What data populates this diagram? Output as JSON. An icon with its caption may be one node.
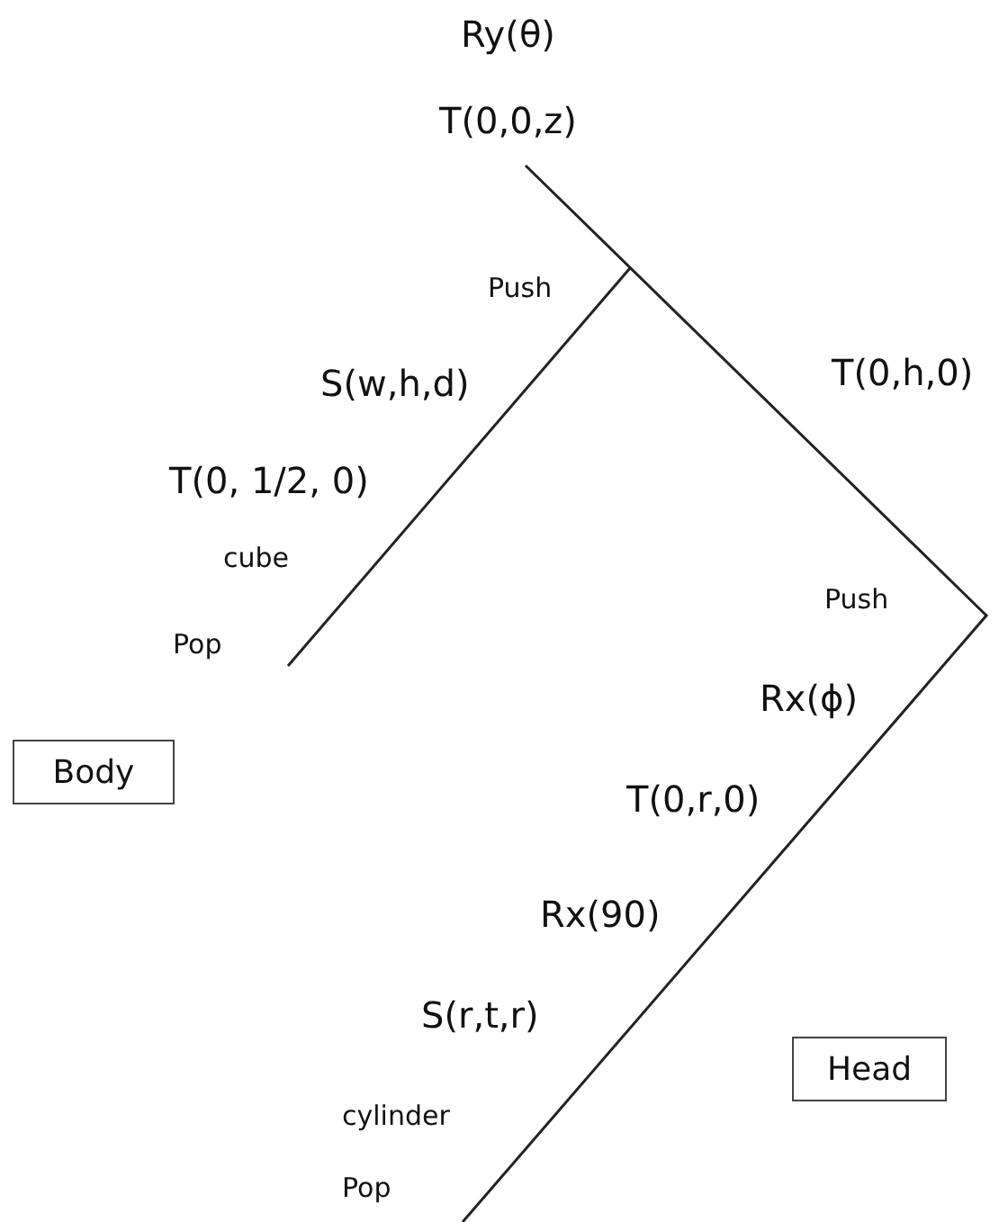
{
  "diagram": {
    "nodes": [
      {
        "text": [
          "Body"
        ]
      },
      {
        "text": [
          "Head"
        ]
      }
    ],
    "labels": [
      "Ry(θ)",
      "T(0,0,z)",
      "Push",
      "S(w,h,d)",
      "T(0,h,0)",
      "T(0, 1/2, 0)",
      "cube",
      "Push",
      "Pop",
      "Rx(ϕ)",
      "T(0,r,0)",
      "Rx(90)",
      "S(r,t,r)",
      "cylinder",
      "Pop"
    ]
  }
}
